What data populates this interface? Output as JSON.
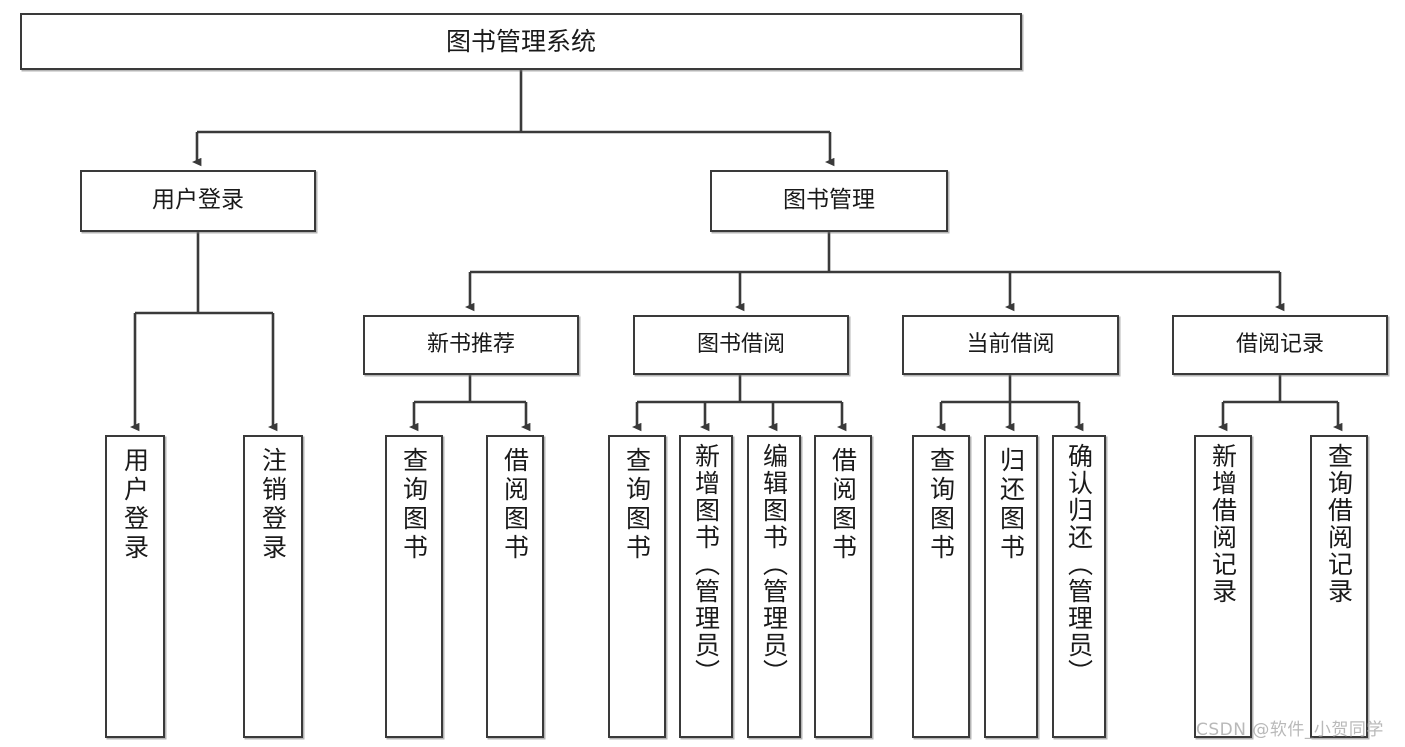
{
  "diagram": {
    "title": "图书管理系统",
    "type": "tree",
    "orientation": "top-down",
    "colors": {
      "box_border": "#3a3a3a",
      "box_fill": "#ffffff",
      "connector": "#3a3a3a",
      "text": "#1a1a1a",
      "watermark": "#b9b9b9"
    },
    "root": {
      "label": "图书管理系统"
    },
    "level1": [
      {
        "id": "user-login",
        "label": "用户登录"
      },
      {
        "id": "book-manage",
        "label": "图书管理"
      }
    ],
    "level2": [
      {
        "id": "new-book-rec",
        "label": "新书推荐"
      },
      {
        "id": "book-borrow",
        "label": "图书借阅"
      },
      {
        "id": "current-borrow",
        "label": "当前借阅"
      },
      {
        "id": "borrow-record",
        "label": "借阅记录"
      }
    ],
    "leaves": {
      "user_login": [
        {
          "id": "leaf-user-login",
          "label": "用户登录"
        },
        {
          "id": "leaf-user-logout",
          "label": "注销登录"
        }
      ],
      "new_book_rec": [
        {
          "id": "leaf-query-book-1",
          "label": "查询图书"
        },
        {
          "id": "leaf-borrow-book-1",
          "label": "借阅图书"
        }
      ],
      "book_borrow": [
        {
          "id": "leaf-query-book-2",
          "label": "查询图书"
        },
        {
          "id": "leaf-add-book",
          "label": "新增图书（管理员）"
        },
        {
          "id": "leaf-edit-book",
          "label": "编辑图书（管理员）"
        },
        {
          "id": "leaf-borrow-book-2",
          "label": "借阅图书"
        }
      ],
      "current_borrow": [
        {
          "id": "leaf-query-book-3",
          "label": "查询图书"
        },
        {
          "id": "leaf-return-book",
          "label": "归还图书"
        },
        {
          "id": "leaf-confirm-return",
          "label": "确认归还（管理员）"
        }
      ],
      "borrow_record": [
        {
          "id": "leaf-add-record",
          "label": "新增借阅记录"
        },
        {
          "id": "leaf-query-record",
          "label": "查询借阅记录"
        }
      ]
    }
  },
  "watermark": {
    "text": "CSDN @软件_小贺同学"
  }
}
